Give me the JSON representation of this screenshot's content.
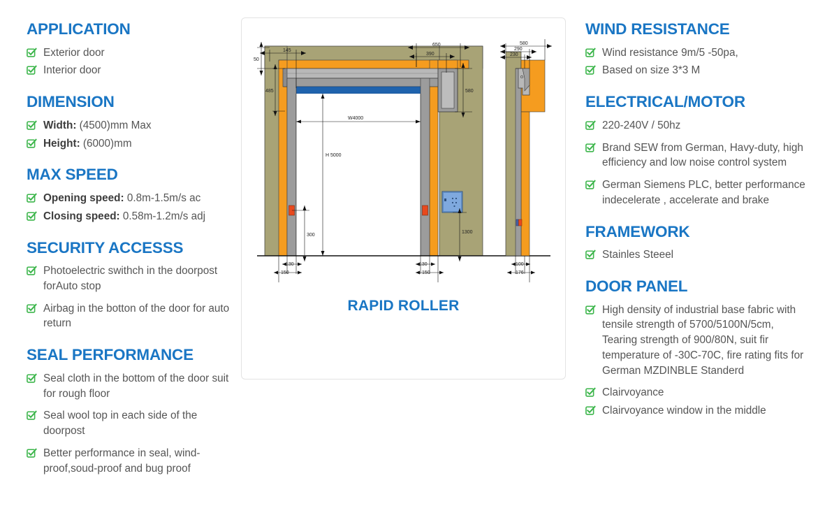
{
  "colors": {
    "heading_blue": "#1a76c4",
    "check_green": "#3bb54a",
    "body_text": "#555555",
    "wall_olive": "#a8a376",
    "frame_orange": "#f59c1f",
    "metal_gray": "#a6a6a6",
    "panel_blue": "#1f63ad",
    "sensor_red": "#e8491d",
    "control_blue": "#6f9fd8"
  },
  "left_column": {
    "sections": [
      {
        "title": "APPLICATION",
        "items": [
          {
            "text": "Exterior door",
            "multiline": false
          },
          {
            "text": "Interior door",
            "multiline": false
          }
        ]
      },
      {
        "title": "DIMENSION",
        "items": [
          {
            "label": "Width:",
            "text": " (4500)mm Max",
            "multiline": false
          },
          {
            "label": "Height:",
            "text": " (6000)mm",
            "multiline": false
          }
        ]
      },
      {
        "title": "MAX SPEED",
        "items": [
          {
            "label": "Opening speed:",
            "text": " 0.8m-1.5m/s ac",
            "multiline": false
          },
          {
            "label": "Closing speed:",
            "text": " 0.58m-1.2m/s adj",
            "multiline": false
          }
        ]
      },
      {
        "title": "SECURITY ACCESSS",
        "items": [
          {
            "text": "Photoelectric swithch in the doorpost forAuto stop",
            "multiline": true
          },
          {
            "text": "Airbag in the botton of the door for auto return",
            "multiline": true
          }
        ]
      },
      {
        "title": "SEAL PERFORMANCE",
        "items": [
          {
            "text": "Seal cloth in the bottom of the door suit for rough floor",
            "multiline": true
          },
          {
            "text": "Seal wool top in each side of the doorpost",
            "multiline": true
          },
          {
            "text": "Better performance in seal, wind-proof,soud-proof and bug proof",
            "multiline": true
          }
        ]
      }
    ]
  },
  "right_column": {
    "sections": [
      {
        "title": "WIND RESISTANCE",
        "items": [
          {
            "text": "Wind resistance 9m/5 -50pa,",
            "multiline": false
          },
          {
            "text": "Based on size 3*3 M",
            "multiline": false
          }
        ]
      },
      {
        "title": "ELECTRICAL/MOTOR",
        "items": [
          {
            "text": "220-240V / 50hz",
            "multiline": false
          },
          {
            "text": "Brand SEW from German, Havy-duty, high efficiency and low noise control system",
            "multiline": true
          },
          {
            "text": "German Siemens PLC, better performance indecelerate , accelerate and brake",
            "multiline": true
          }
        ]
      },
      {
        "title": "FRAMEWORK",
        "items": [
          {
            "text": "Stainles Steeel",
            "multiline": false
          }
        ]
      },
      {
        "title": "DOOR PANEL",
        "items": [
          {
            "text": "High density of industrial base fabric with tensile strength of 5700/5100N/5cm, Tearing strength of 900/80N, suit fir temperature of -30C-70C, fire rating fits for German MZDINBLE Standerd",
            "multiline": true
          },
          {
            "text": "Clairvoyance",
            "multiline": false
          },
          {
            "text": "Clairvoyance window in the middle",
            "multiline": false
          }
        ]
      }
    ]
  },
  "drawing": {
    "caption": "RAPID ROLLER",
    "dimensions": {
      "left_offset": "145",
      "top_gap": "50",
      "header_height": "485",
      "motor_outer": "650",
      "motor_inner": "390",
      "motor_depth": "580",
      "opening_width": "W4000",
      "opening_height": "H 5000",
      "sensor_height": "300",
      "control_height": "1300",
      "post_inner_left": "130",
      "post_outer_left": "150",
      "post_inner_right": "130",
      "post_outer_right": "150",
      "side_total": "580",
      "side_mid": "290",
      "side_inner": "230",
      "side_base_inner": "100",
      "side_base_outer": "176"
    }
  },
  "icons": {
    "check": "checkbox-checked-icon"
  }
}
